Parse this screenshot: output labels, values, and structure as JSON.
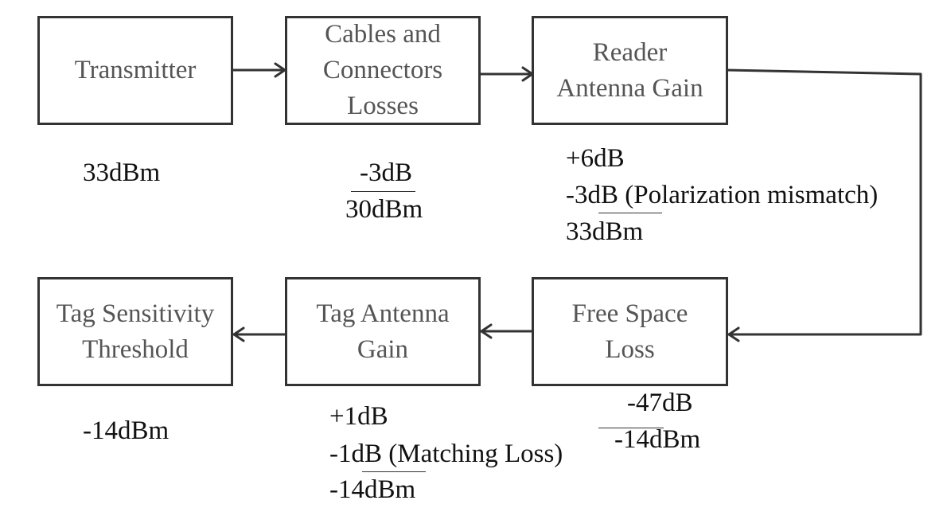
{
  "colors": {
    "box_border": "#333333",
    "box_text": "#555555",
    "value_text": "#111111",
    "arrow": "#333333"
  },
  "blocks": [
    {
      "id": "transmitter",
      "label": "Transmitter"
    },
    {
      "id": "cables",
      "label": "Cables and\nConnectors\nLosses"
    },
    {
      "id": "reader-antenna",
      "label": "Reader\nAntenna Gain"
    },
    {
      "id": "free-space",
      "label": "Free Space\nLoss"
    },
    {
      "id": "tag-antenna",
      "label": "Tag Antenna\nGain"
    },
    {
      "id": "tag-sensitivity",
      "label": "Tag Sensitivity\nThreshold"
    }
  ],
  "values": {
    "transmitter": [
      "33dBm"
    ],
    "cables": [
      "-3dB",
      "30dBm"
    ],
    "reader_antenna": [
      "+6dB",
      "-3dB (Polarization mismatch)",
      "33dBm"
    ],
    "free_space": [
      "-47dB",
      "-14dBm"
    ],
    "tag_antenna": [
      "+1dB",
      "-1dB (Matching Loss)",
      "-14dBm"
    ],
    "tag_sensitivity": [
      "-14dBm"
    ]
  }
}
